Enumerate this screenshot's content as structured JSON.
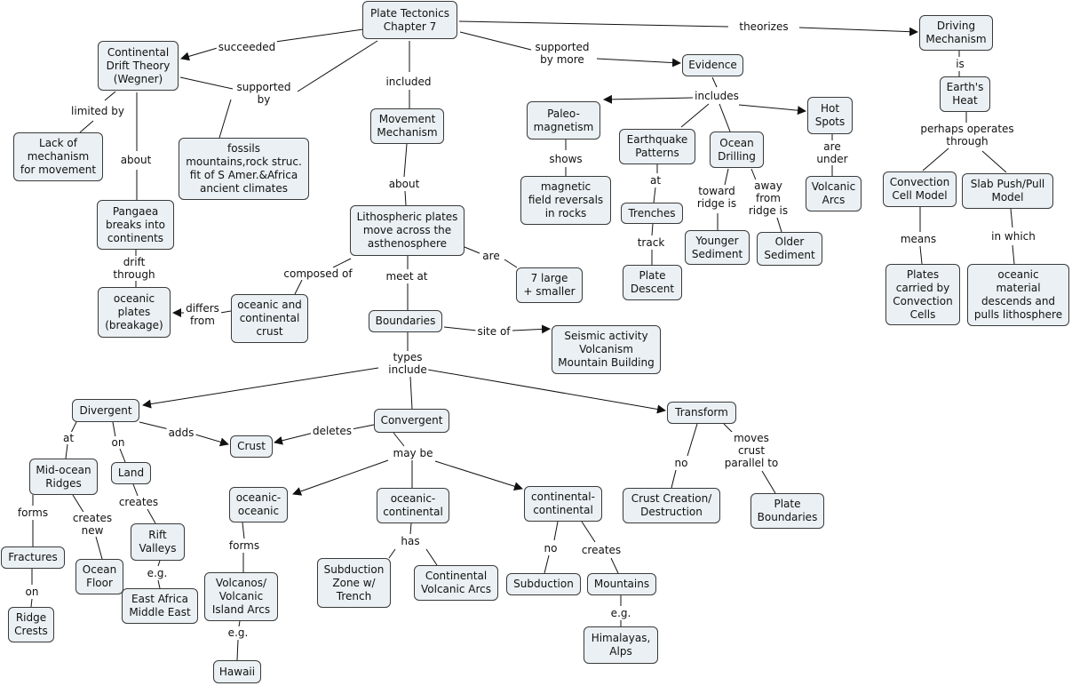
{
  "nodes": {
    "plate_tectonics": "Plate Tectonics\nChapter 7",
    "continental_drift": "Continental\nDrift Theory\n(Wegner)",
    "driving_mechanism": "Driving\nMechanism",
    "evidence": "Evidence",
    "earths_heat": "Earth's\nHeat",
    "lack_of_mechanism": "Lack of\nmechanism\nfor movement",
    "fossils": "fossils\nmountains,rock struc.\nfit of S Amer.&Africa\nancient climates",
    "movement_mechanism": "Movement\nMechanism",
    "paleomagnetism": "Paleo-\nmagnetism",
    "earthquake_patterns": "Earthquake\nPatterns",
    "ocean_drilling": "Ocean\nDrilling",
    "hot_spots": "Hot\nSpots",
    "convection_cell": "Convection\nCell Model",
    "slab_push_pull": "Slab Push/Pull\nModel",
    "pangaea": "Pangaea\nbreaks into\ncontinents",
    "lithospheric_plates": "Lithospheric plates\nmove across the\nasthenosphere",
    "magnetic_field": "magnetic\nfield reversals\nin rocks",
    "trenches": "Trenches",
    "younger_sediment": "Younger\nSediment",
    "older_sediment": "Older\nSediment",
    "volcanic_arcs_hot": "Volcanic\nArcs",
    "plates_carried": "Plates\ncarried by\nConvection\nCells",
    "oceanic_material": "oceanic\nmaterial\ndescends and\npulls lithosphere",
    "oceanic_plates": "oceanic\nplates\n(breakage)",
    "oceanic_continental_crust": "oceanic and\ncontinental\ncrust",
    "seven_large": "7 large\n+ smaller",
    "plate_descent": "Plate\nDescent",
    "boundaries": "Boundaries",
    "seismic_activity": "Seismic activity\nVolcanism\nMountain Building",
    "divergent": "Divergent",
    "convergent": "Convergent",
    "transform": "Transform",
    "crust": "Crust",
    "mid_ocean_ridges": "Mid-ocean\nRidges",
    "land": "Land",
    "oceanic_oceanic": "oceanic-\noceanic",
    "oceanic_continental": "oceanic-\ncontinental",
    "continental_continental": "continental-\ncontinental",
    "crust_creation": "Crust Creation/\nDestruction",
    "plate_boundaries": "Plate\nBoundaries",
    "rift_valleys": "Rift\nValleys",
    "fractures": "Fractures",
    "ocean_floor": "Ocean\nFloor",
    "volcanos_island_arcs": "Volcanos/\nVolcanic\nIsland Arcs",
    "subduction_zone": "Subduction\nZone w/\nTrench",
    "continental_volcanic_arcs": "Continental\nVolcanic Arcs",
    "subduction": "Subduction",
    "mountains": "Mountains",
    "east_africa": "East Africa\nMiddle East",
    "ridge_crests": "Ridge\nCrests",
    "hawaii": "Hawaii",
    "himalayas": "Himalayas,\nAlps"
  },
  "links": {
    "succeeded": "succeeded",
    "theorizes": "theorizes",
    "supported_by_more": "supported\nby more",
    "included": "included",
    "supported_by": "supported\nby",
    "limited_by": "limited by",
    "is": "is",
    "includes": "includes",
    "perhaps_operates": "perhaps operates\nthrough",
    "about_1": "about",
    "shows": "shows",
    "at_1": "at",
    "toward_ridge": "toward\nridge is",
    "away_from_ridge": "away\nfrom\nridge is",
    "are_under": "are\nunder",
    "about_2": "about",
    "means": "means",
    "in_which": "in which",
    "drift_through": "drift\nthrough",
    "track": "track",
    "are": "are",
    "composed_of": "composed of",
    "meet_at": "meet at",
    "differs_from": "differs\nfrom",
    "site_of": "site of",
    "types_include": "types\ninclude",
    "adds": "adds",
    "deletes": "deletes",
    "at_2": "at",
    "on_1": "on",
    "may_be": "may be",
    "moves_crust": "moves\ncrust\nparallel to",
    "no_1": "no",
    "forms_1": "forms",
    "creates_new": "creates\nnew",
    "creates_1": "creates",
    "forms_2": "forms",
    "has": "has",
    "no_2": "no",
    "creates_2": "creates",
    "eg_1": "e.g.",
    "on_2": "on",
    "eg_2": "e.g.",
    "eg_3": "e.g."
  }
}
